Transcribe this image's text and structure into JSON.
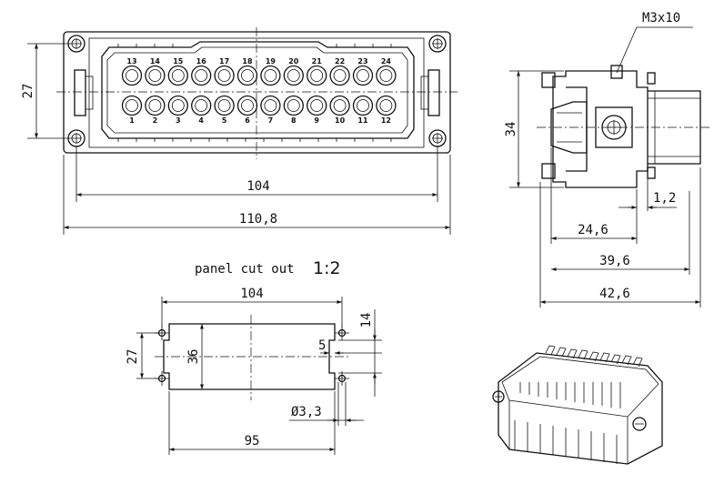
{
  "front_view": {
    "dim_height": "27",
    "dim_inner_width": "104",
    "dim_outer_width": "110,8",
    "pins_top": [
      "13",
      "14",
      "15",
      "16",
      "17",
      "18",
      "19",
      "20",
      "21",
      "22",
      "23",
      "24"
    ],
    "pins_bottom": [
      "1",
      "2",
      "3",
      "4",
      "5",
      "6",
      "7",
      "8",
      "9",
      "10",
      "11",
      "12"
    ]
  },
  "side_view": {
    "screw_label": "M3x10",
    "dim_height": "34",
    "dim_a": "1,2",
    "dim_b": "24,6",
    "dim_c": "39,6",
    "dim_d": "42,6"
  },
  "cutout": {
    "title": "panel cut out",
    "scale": "1:2",
    "dim_top": "104",
    "dim_bottom": "95",
    "dim_left": "27",
    "dim_inner": "36",
    "dim_14": "14",
    "dim_5": "5",
    "dim_hole": "Ø3,3"
  }
}
